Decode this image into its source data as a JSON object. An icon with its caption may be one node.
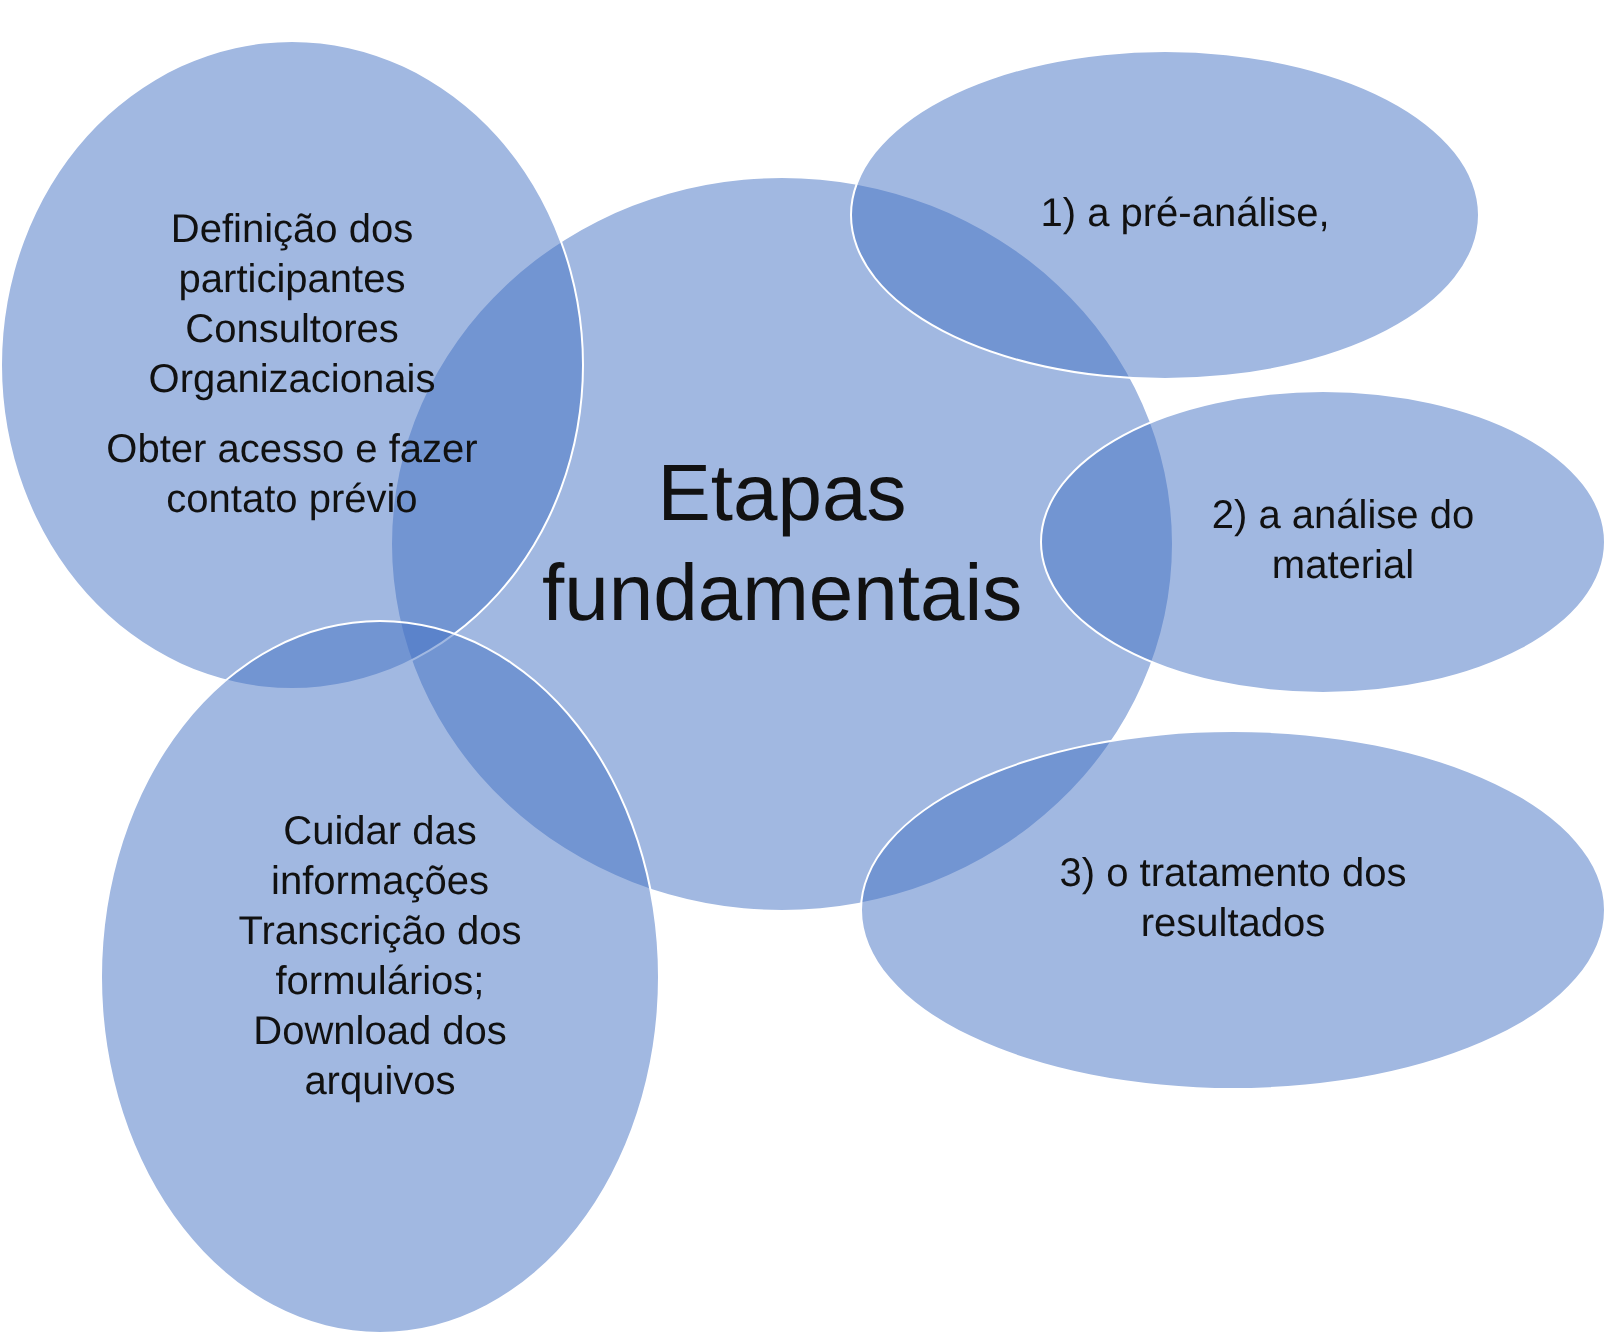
{
  "diagram": {
    "nodes": [
      {
        "text": [
          "Etapas fundamentais"
        ]
      },
      {
        "text": [
          "Definição dos participantes Consultores Organizacionais",
          "Obter acesso e fazer contato prévio"
        ]
      },
      {
        "text": [
          "1) a pré-análise,"
        ]
      },
      {
        "text": [
          "2) a análise do material"
        ]
      },
      {
        "text": [
          "3) o tratamento dos resultados"
        ]
      },
      {
        "text": [
          "Cuidar das informações Transcrição dos formulários; Download dos arquivos"
        ]
      }
    ]
  }
}
